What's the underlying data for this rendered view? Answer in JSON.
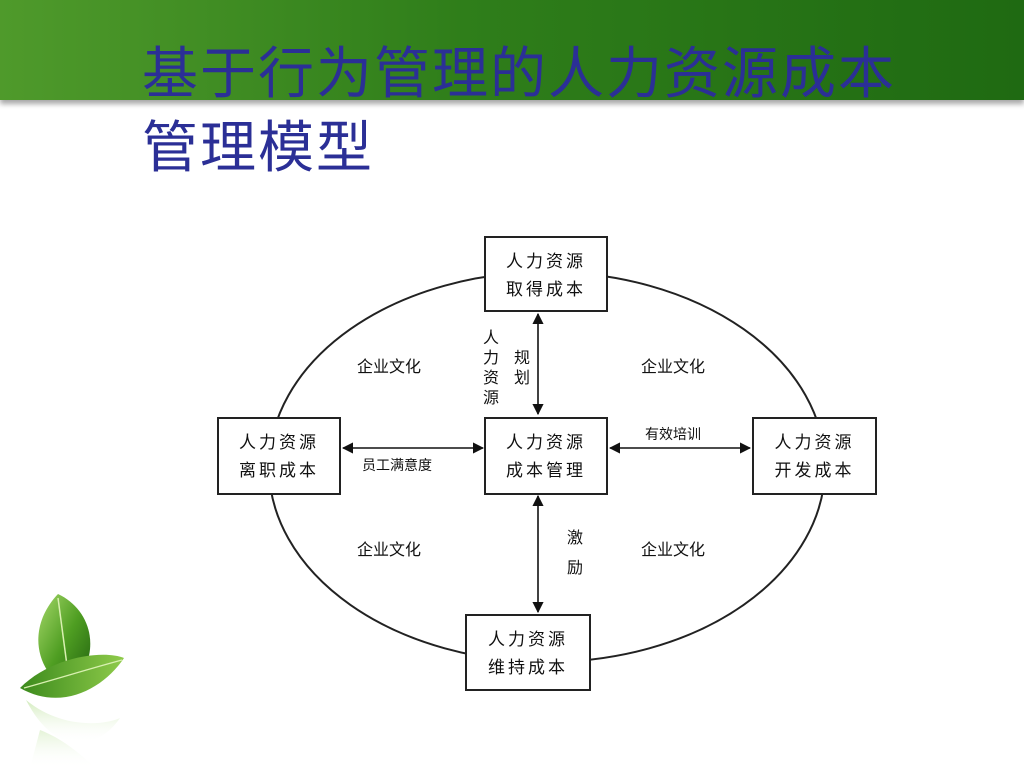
{
  "slide": {
    "title_line1": "基于行为管理的人力资源成本",
    "title_line2": "管理模型"
  },
  "diagram": {
    "nodes": {
      "top": {
        "line1": "人力资源",
        "line2": "取得成本"
      },
      "center": {
        "line1": "人力资源",
        "line2": "成本管理"
      },
      "left": {
        "line1": "人力资源",
        "line2": "离职成本"
      },
      "right": {
        "line1": "人力资源",
        "line2": "开发成本"
      },
      "bottom": {
        "line1": "人力资源",
        "line2": "维持成本"
      }
    },
    "edges": {
      "top_left_label": "人力资源",
      "top_right_label": "规划",
      "left_label": "员工满意度",
      "right_label": "有效培训",
      "bottom_label": "激励"
    },
    "quadrant_labels": {
      "top_left": "企业文化",
      "top_right": "企业文化",
      "bottom_left": "企业文化",
      "bottom_right": "企业文化"
    }
  },
  "colors": {
    "title": "#2b2f96",
    "header_bar": "#2f7e1a"
  }
}
